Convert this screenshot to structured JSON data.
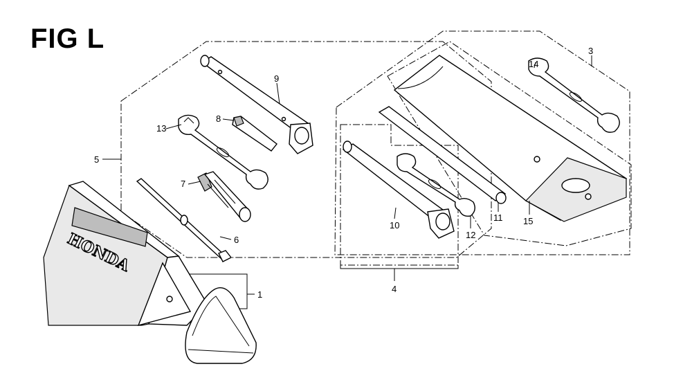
{
  "figure": {
    "title": "FIG L",
    "brand_text": "HONDA"
  },
  "callouts": [
    {
      "id": "c1",
      "label": "1"
    },
    {
      "id": "c3",
      "label": "3"
    },
    {
      "id": "c4",
      "label": "4"
    },
    {
      "id": "c5",
      "label": "5"
    },
    {
      "id": "c6",
      "label": "6"
    },
    {
      "id": "c7",
      "label": "7"
    },
    {
      "id": "c8",
      "label": "8"
    },
    {
      "id": "c9",
      "label": "9"
    },
    {
      "id": "c10",
      "label": "10"
    },
    {
      "id": "c11",
      "label": "11"
    },
    {
      "id": "c12",
      "label": "12"
    },
    {
      "id": "c13",
      "label": "13"
    },
    {
      "id": "c14",
      "label": "14"
    },
    {
      "id": "c15",
      "label": "15"
    }
  ]
}
